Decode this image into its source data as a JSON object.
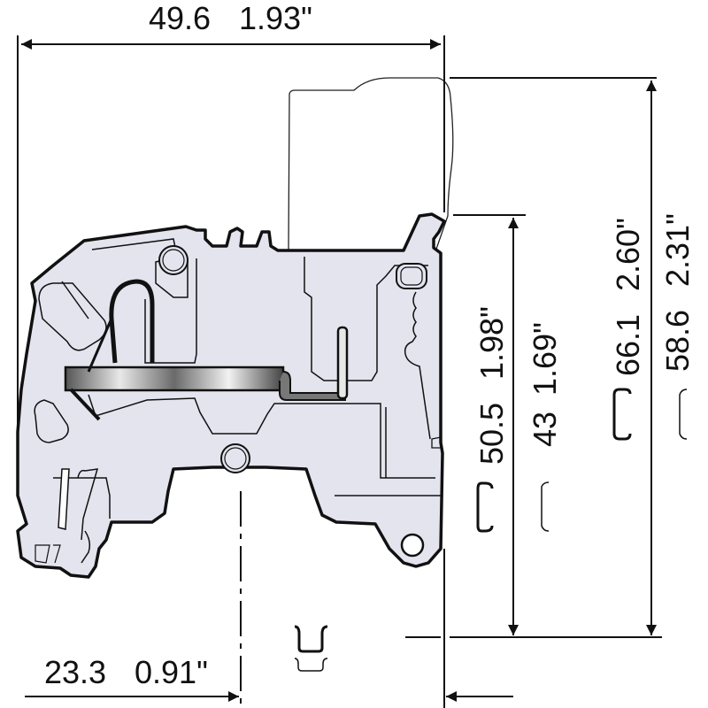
{
  "diagram": {
    "type": "technical-dimension-drawing",
    "subject": "terminal block side view",
    "colors": {
      "body_fill": "#e3e4ee",
      "outline": "#111111",
      "marker_fill": "#ffffff",
      "metal_dark": "#555555",
      "metal_light": "#e6e6e6"
    },
    "dimensions": {
      "width_overall": {
        "mm": "49.6",
        "in": "1.93\""
      },
      "rail_offset": {
        "mm": "23.3",
        "in": "0.91\""
      },
      "height_rail_a": {
        "mm": "50.5",
        "in": "1.98\""
      },
      "height_rail_b": {
        "mm": "43",
        "in": "1.69\""
      },
      "height_marker_a": {
        "mm": "66.1",
        "in": "2.60\""
      },
      "height_marker_b": {
        "mm": "58.6",
        "in": "2.31\""
      }
    },
    "rail_symbols": [
      "rail-profile-deep",
      "rail-profile-shallow"
    ]
  }
}
